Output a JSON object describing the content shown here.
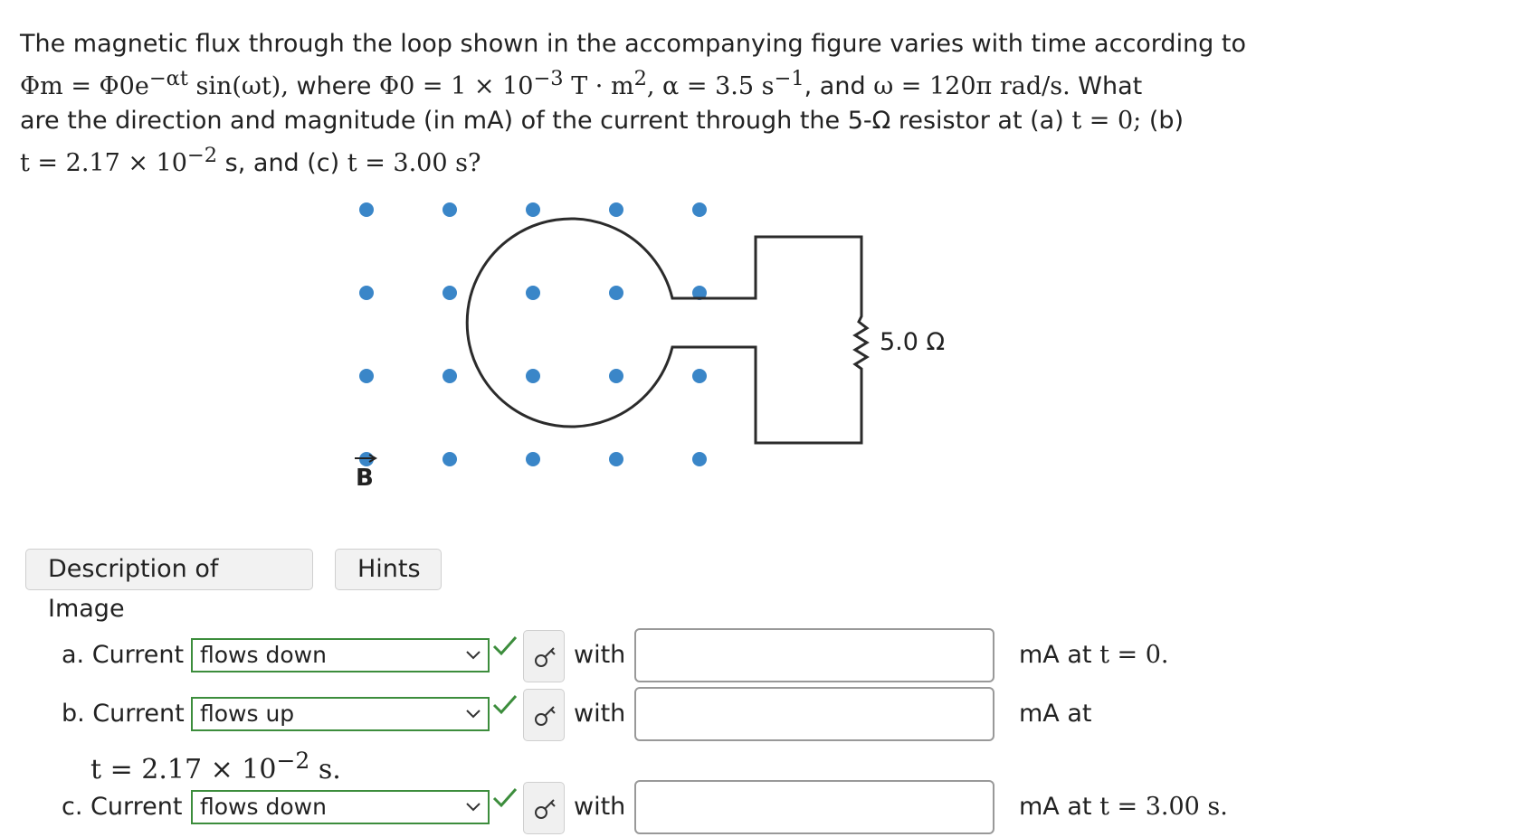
{
  "question": {
    "line1": "The magnetic flux through the loop shown in the accompanying figure varies with time according to",
    "line2_math_a": "Φm = Φ0e",
    "line2_sup_a": "−αt",
    "line2_math_b": " sin(ωt),",
    "line2_text_where": " where ",
    "line2_math_c": "Φ0 = 1 × 10",
    "line2_sup_c": "−3",
    "line2_math_d": "  T · m",
    "line2_sup_d": "2",
    "line2_math_e": ", α = 3.5  s",
    "line2_sup_e": "−1",
    "line2_text_and": ", and ",
    "line2_math_f": "ω = 120π  rad/s.",
    "line2_text_what": " What",
    "line3_text": "are the direction and magnitude (in mA) of the current through the 5-Ω resistor at (a) ",
    "line3_math": "t = 0;",
    "line3_text_b": " (b)",
    "line4_math_a": "t = 2.17 × 10",
    "line4_sup": "−2",
    "line4_text": "  s, and (c) ",
    "line4_math_b": "t = 3.00  s?"
  },
  "figure": {
    "resistor_label": "5.0 Ω",
    "field_label": "B",
    "dot_color": "#3a86c8"
  },
  "buttons": {
    "description": "Description of Image",
    "hints": "Hints"
  },
  "rows": [
    {
      "label": "a. Current",
      "selected": "flows down",
      "with": "with",
      "answer": "",
      "after": "mA at ",
      "after_math": "t = 0."
    },
    {
      "label": "b. Current",
      "selected": "flows up",
      "with": "with",
      "answer": "",
      "after": "mA at",
      "after_math": ""
    },
    {
      "label": "c. Current",
      "selected": "flows down",
      "with": "with",
      "answer": "",
      "after": "mA at ",
      "after_math": "t = 3.00  s."
    }
  ],
  "row_b_continuation": {
    "math": "t = 2.17 × 10",
    "sup": "−2",
    "unit": "  s."
  },
  "colors": {
    "correct_green": "#3c8d3c"
  }
}
